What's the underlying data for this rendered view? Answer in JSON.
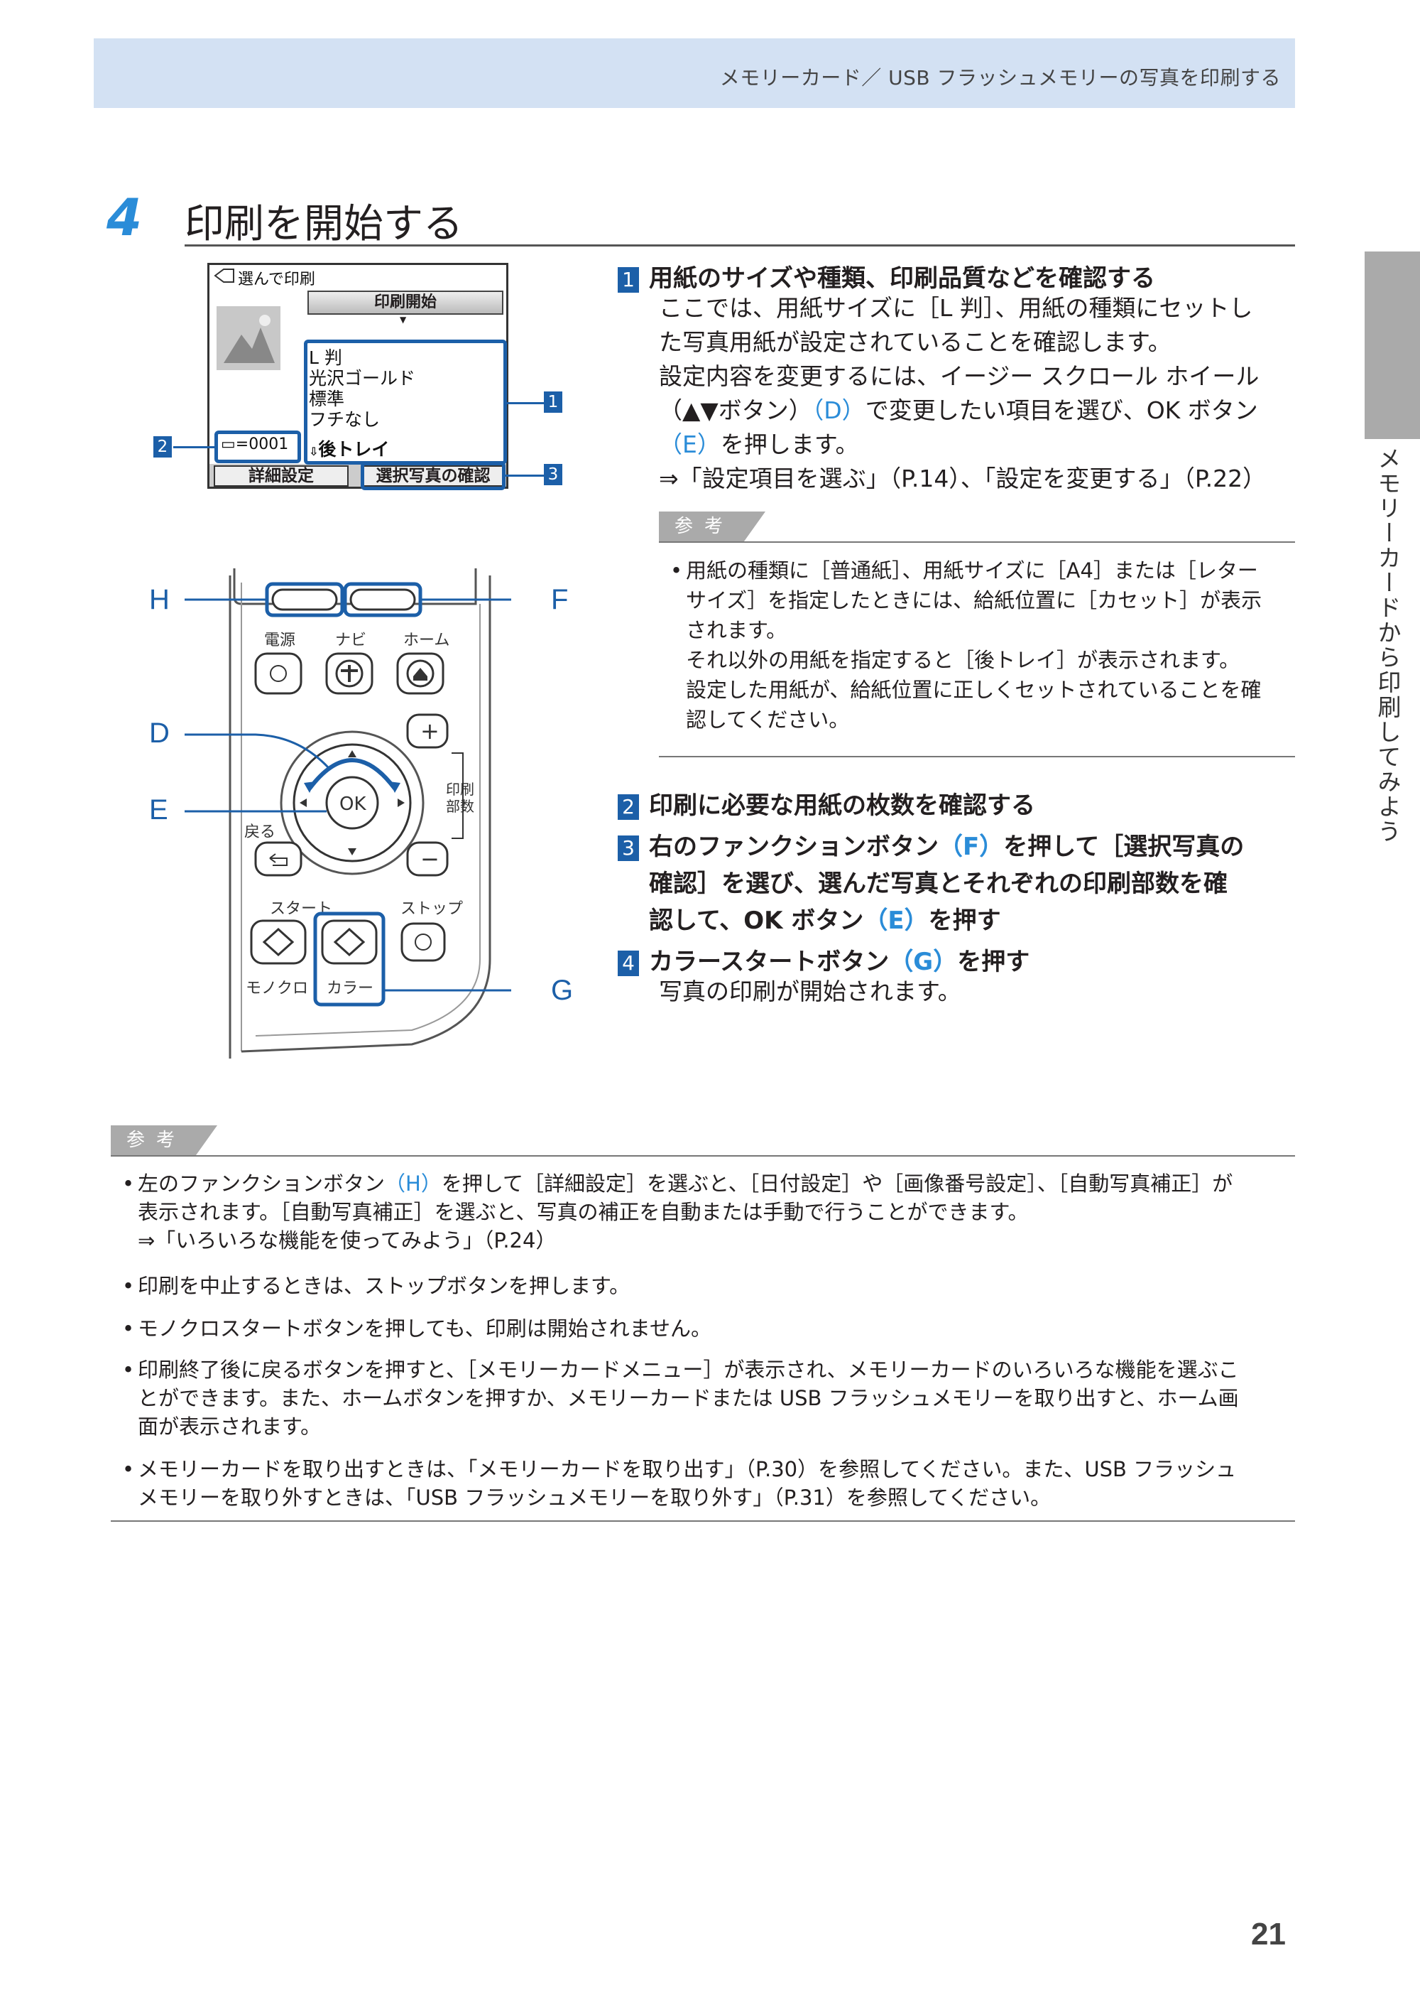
{
  "header": {
    "title": "メモリーカード／ USB フラッシュメモリーの写真を印刷する"
  },
  "side_tab": {
    "label": "メモリーカードから印刷してみよう"
  },
  "step": {
    "number": "4",
    "title": "印刷を開始する"
  },
  "lcd": {
    "title": "選んで印刷",
    "start_button": "印刷開始",
    "settings": [
      "L 判",
      "光沢ゴールド",
      "標準",
      "フチなし"
    ],
    "tray": "後トレイ",
    "count": "=0001",
    "left_button": "詳細設定",
    "right_button": "選択写真の確認",
    "callouts": [
      "1",
      "2",
      "3"
    ]
  },
  "panel": {
    "letters": {
      "H": "H",
      "F": "F",
      "D": "D",
      "E": "E",
      "G": "G"
    },
    "labels": {
      "power": "電源",
      "navi": "ナビ",
      "home": "ホーム",
      "copies": "印刷\n部数",
      "back": "戻る",
      "ok": "OK",
      "start": "スタート",
      "stop": "ストップ",
      "mono": "モノクロ",
      "color": "カラー"
    }
  },
  "sub1": {
    "num": "1",
    "title": "用紙のサイズや種類、印刷品質などを確認する",
    "line1": "ここでは、用紙サイズに［L 判］、用紙の種類にセットし",
    "line2": "た写真用紙が設定されていることを確認します。",
    "line3": "設定内容を変更するには、イージー スクロール ホイール",
    "line4a": "（▲▼ボタン）",
    "line4b": "（D）",
    "line4c": "で変更したい項目を選び、OK ボタン",
    "line5a": "（E）",
    "line5b": "を押します。",
    "line6": "⇒「設定項目を選ぶ」（P.14）、「設定を変更する」（P.22）"
  },
  "ref1": {
    "tag": "参考",
    "lines": [
      "用紙の種類に［普通紙］、用紙サイズに［A4］または［レター",
      "サイズ］を指定したときには、給紙位置に［カセット］が表示",
      "されます。",
      "それ以外の用紙を指定すると［後トレイ］が表示されます。",
      "設定した用紙が、給紙位置に正しくセットされていることを確",
      "認してください。"
    ]
  },
  "sub2": {
    "num": "2",
    "title": "印刷に必要な用紙の枚数を確認する"
  },
  "sub3": {
    "num": "3",
    "line1a": "右のファンクションボタン",
    "line1b": "（F）",
    "line1c": "を押して［選択写真の",
    "line2": "確認］を選び、選んだ写真とそれぞれの印刷部数を確",
    "line3a": "認して、OK ボタン",
    "line3b": "（E）",
    "line3c": "を押す"
  },
  "sub4": {
    "num": "4",
    "title_a": "カラースタートボタン",
    "title_b": "（G）",
    "title_c": "を押す",
    "body": "写真の印刷が開始されます。"
  },
  "ref2": {
    "tag": "参考",
    "notes": [
      {
        "l1a": "左のファンクションボタン",
        "l1b": "（H）",
        "l1c": "を押して［詳細設定］を選ぶと、［日付設定］や［画像番号設定］、［自動写真補正］が",
        "l2": "表示されます。［自動写真補正］を選ぶと、写真の補正を自動または手動で行うことができます。",
        "l3": "⇒「いろいろな機能を使ってみよう」（P.24）"
      },
      {
        "l1": "印刷を中止するときは、ストップボタンを押します。"
      },
      {
        "l1": "モノクロスタートボタンを押しても、印刷は開始されません。"
      },
      {
        "l1": "印刷終了後に戻るボタンを押すと、［メモリーカードメニュー］が表示され、メモリーカードのいろいろな機能を選ぶこ",
        "l2": "とができます。また、ホームボタンを押すか、メモリーカードまたは USB フラッシュメモリーを取り出すと、ホーム画",
        "l3": "面が表示されます。"
      },
      {
        "l1": "メモリーカードを取り出すときは、「メモリーカードを取り出す」（P.30）を参照してください。また、USB フラッシュ",
        "l2": "メモリーを取り外すときは、「USB フラッシュメモリーを取り外す」（P.31）を参照してください。"
      }
    ]
  },
  "page_number": "21",
  "colors": {
    "accent": "#1c5fa8",
    "link": "#2a8cd8",
    "header_band": "#d3e1f3"
  }
}
